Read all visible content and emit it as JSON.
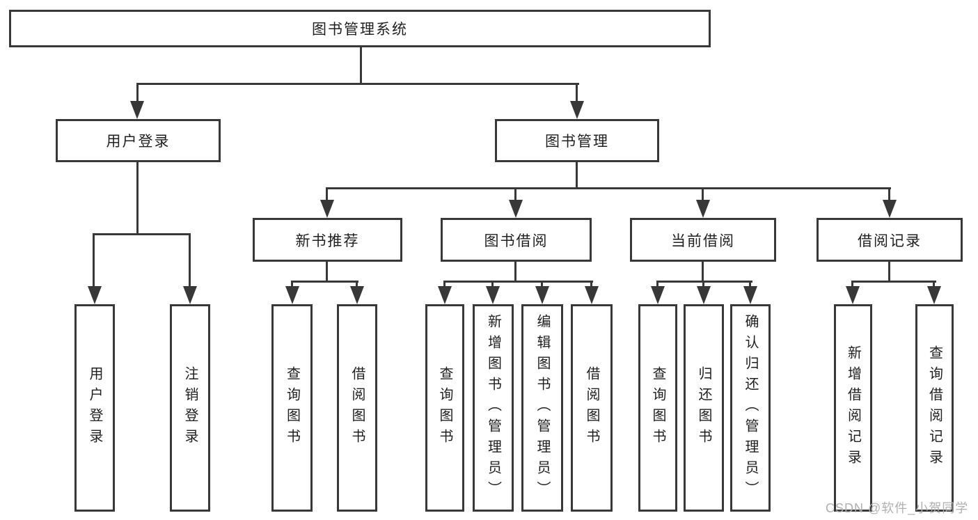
{
  "colors": {
    "line": "#383838",
    "text": "#1f1f1f",
    "watermark": "#b0b0b0",
    "background": "#ffffff"
  },
  "watermark": {
    "text": "CSDN @软件_小贺同学"
  },
  "tree": {
    "root": {
      "label": "图书管理系统"
    },
    "user_login": {
      "label": "用户登录",
      "children": [
        {
          "label": "用户登录"
        },
        {
          "label": "注销登录"
        }
      ]
    },
    "book_mgmt": {
      "label": "图书管理",
      "sections": [
        {
          "label": "新书推荐",
          "children": [
            {
              "label": "查询图书"
            },
            {
              "label": "借阅图书"
            }
          ]
        },
        {
          "label": "图书借阅",
          "children": [
            {
              "label": "查询图书"
            },
            {
              "label": "新增图书（管理员）"
            },
            {
              "label": "编辑图书（管理员）"
            },
            {
              "label": "借阅图书"
            }
          ]
        },
        {
          "label": "当前借阅",
          "children": [
            {
              "label": "查询图书"
            },
            {
              "label": "归还图书"
            },
            {
              "label": "确认归还（管理员）"
            }
          ]
        },
        {
          "label": "借阅记录",
          "children": [
            {
              "label": "新增借阅记录"
            },
            {
              "label": "查询借阅记录"
            }
          ]
        }
      ]
    }
  }
}
